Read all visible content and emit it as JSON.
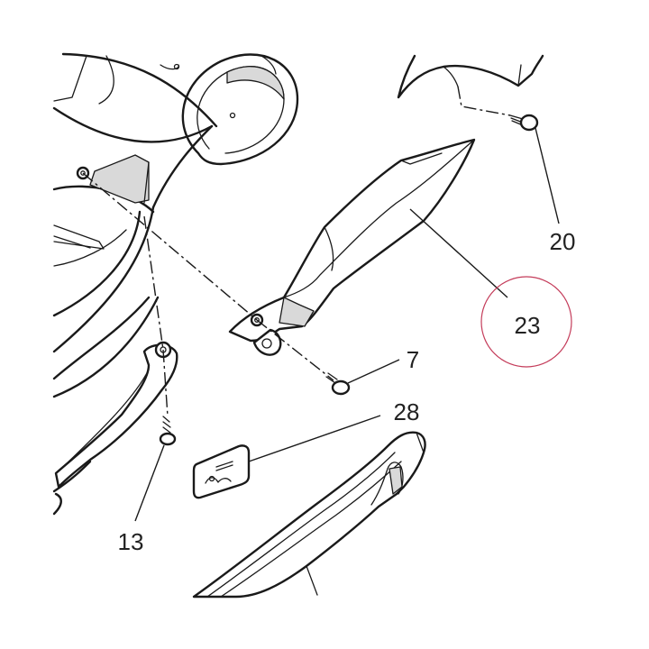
{
  "callouts": [
    {
      "id": "20",
      "text": "20"
    },
    {
      "id": "23",
      "text": "23",
      "highlighted": true
    },
    {
      "id": "7",
      "text": "7"
    },
    {
      "id": "28",
      "text": "28"
    },
    {
      "id": "13",
      "text": "13"
    }
  ],
  "colors": {
    "line": "#1a1a1a",
    "highlight_circle": "#c43c5a",
    "label": "#222222",
    "background": "#ffffff"
  }
}
